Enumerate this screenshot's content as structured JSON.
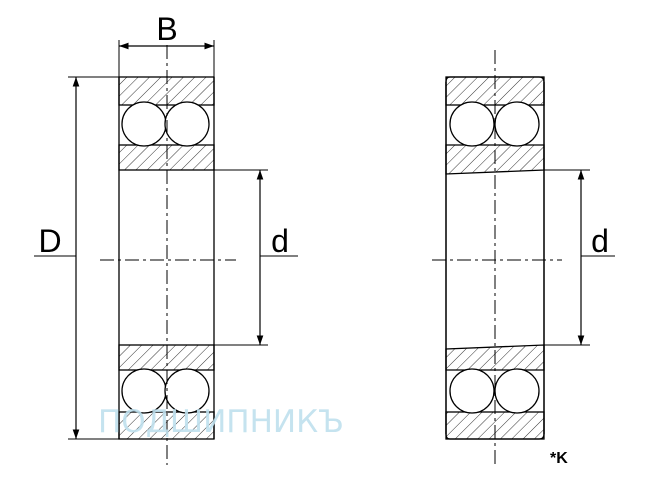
{
  "diagram": {
    "labels": {
      "width_label": "B",
      "outer_diameter_label": "D",
      "bore_label_left": "d",
      "bore_label_right": "d",
      "variant_note": "*K"
    },
    "watermark": {
      "text": "ПОДШИПНИКЪ",
      "color": "#bfe0ee"
    },
    "colors": {
      "line": "#000000",
      "background": "#ffffff"
    }
  }
}
